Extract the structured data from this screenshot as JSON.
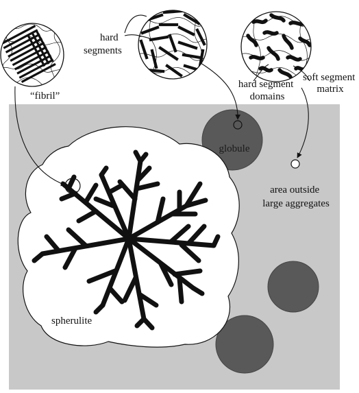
{
  "labels": {
    "fibril": "“fibril”",
    "hard_segments_line1": "hard",
    "hard_segments_line2": "segments",
    "hard_domains_line1": "hard segment",
    "hard_domains_line2": "domains",
    "soft_matrix_line1": "soft segment",
    "soft_matrix_line2": "matrix",
    "globule": "globule",
    "outside_line1": "area outside",
    "outside_line2": "large aggregates",
    "spherulite": "spherulite"
  },
  "colors": {
    "background_area": "#c8c8c8",
    "globule_fill": "#595959",
    "spherulite_fill": "#ffffff",
    "ink": "#111111"
  }
}
